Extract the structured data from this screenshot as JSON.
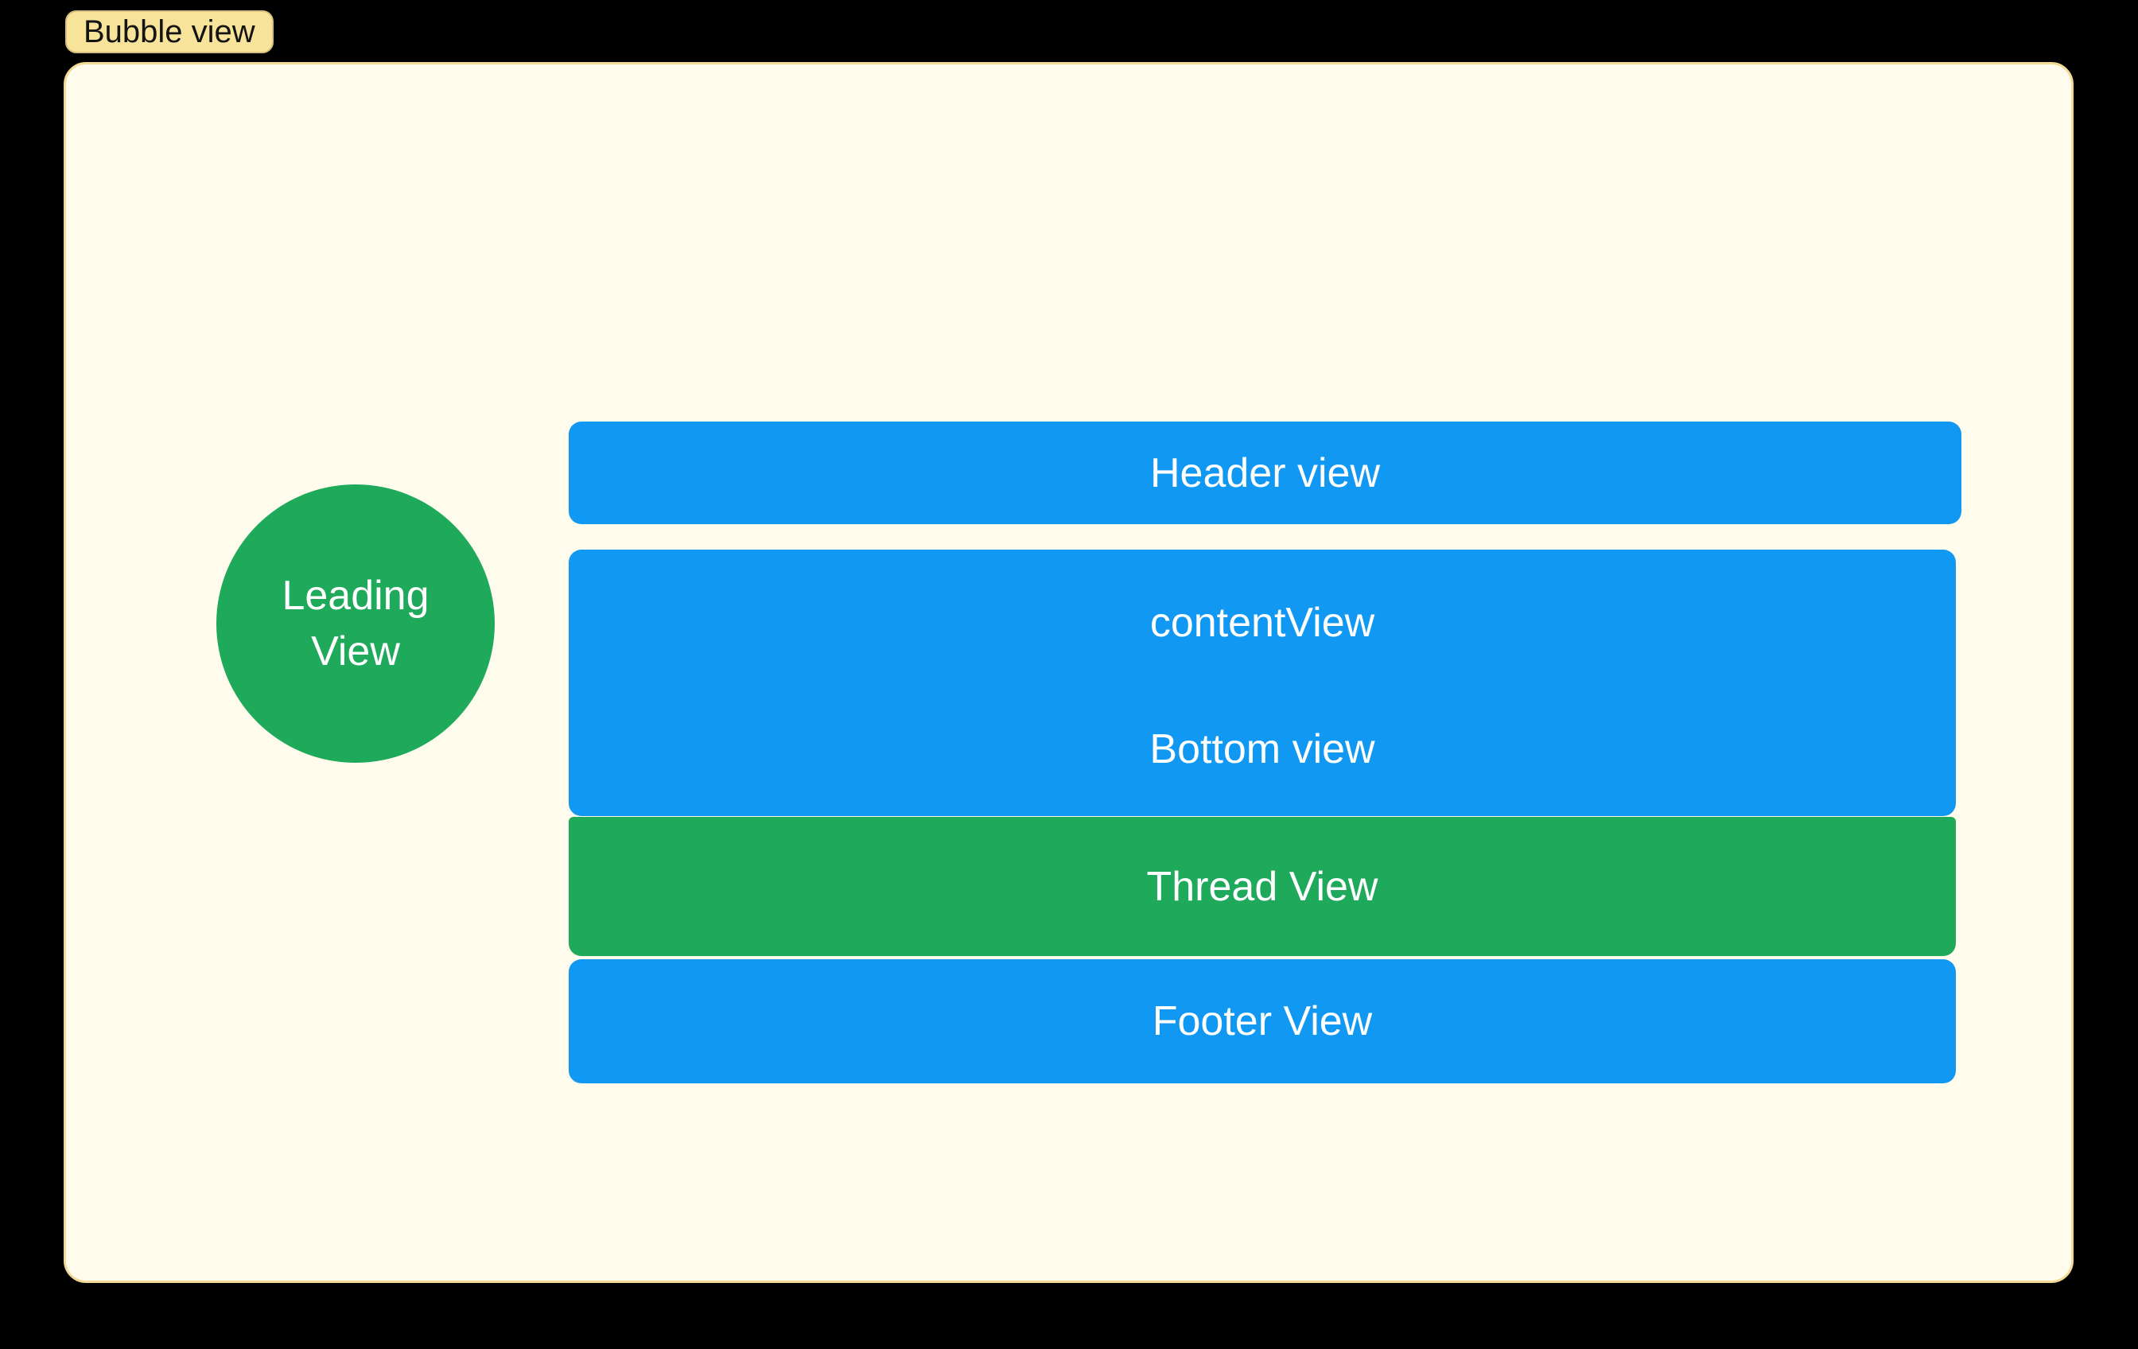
{
  "bubble_button": {
    "label": "Bubble view"
  },
  "leading_view": {
    "line1": "Leading",
    "line2": "View"
  },
  "bars": {
    "header": {
      "label": "Header view"
    },
    "content": {
      "label": "contentView"
    },
    "bottom": {
      "label": "Bottom view"
    },
    "thread": {
      "label": "Thread View"
    },
    "footer": {
      "label": "Footer View"
    }
  },
  "colors": {
    "background": "#000000",
    "blue": "#1198F3",
    "green": "#1FA95B",
    "panel-bg": "#FFFCEE",
    "panel-border": "#F2DA96",
    "pill-bg": "#F8E39B",
    "pill-border": "#D8C07C",
    "label-light": "#FFFFFF",
    "label-dark": "#141414"
  }
}
